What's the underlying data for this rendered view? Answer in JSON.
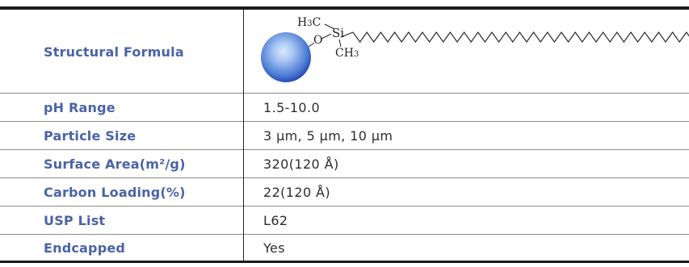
{
  "colors": {
    "label": "#4a63a6",
    "value": "#2d2d2d",
    "rule": "#1a1a1a",
    "sphere_core": "#a9c8f5",
    "sphere_edge": "#2045ad"
  },
  "formula": {
    "label": "Structural Formula",
    "atoms": {
      "h3c": "H3C",
      "o": "O",
      "si": "Si",
      "ch3": "CH3"
    },
    "icon": "silica-particle-sphere-icon"
  },
  "rows": [
    {
      "label": "pH Range",
      "value": "1.5-10.0"
    },
    {
      "label": "Particle Size",
      "value": "3 µm, 5 µm, 10 µm"
    },
    {
      "label": "Surface Area(m²/g)",
      "value": "320(120 Å)"
    },
    {
      "label": "Carbon Loading(%)",
      "value": "22(120 Å)"
    },
    {
      "label": "USP List",
      "value": "L62"
    },
    {
      "label": "Endcapped",
      "value": "Yes"
    }
  ]
}
